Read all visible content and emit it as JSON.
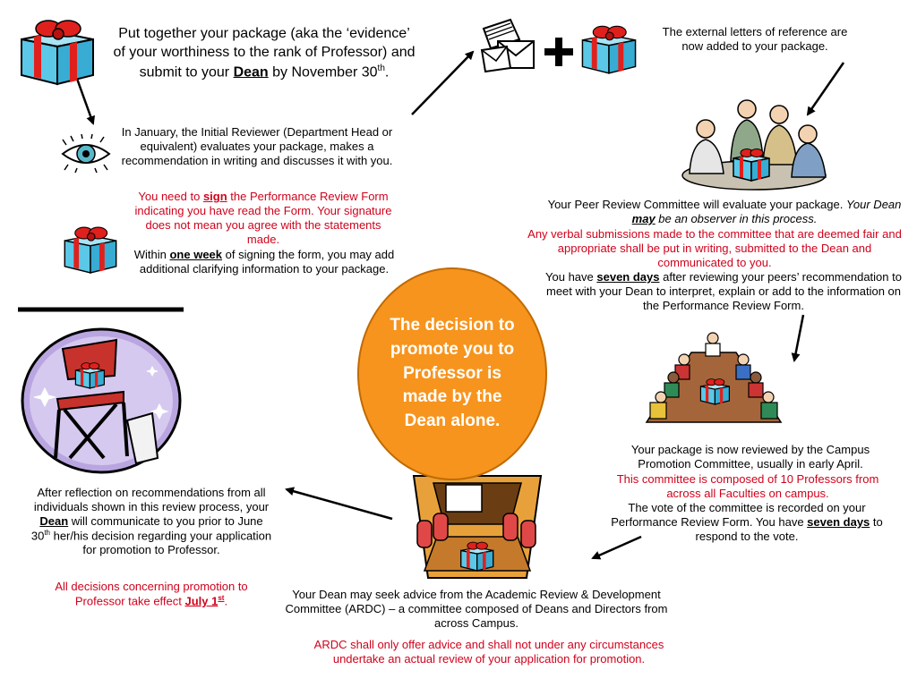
{
  "step1": {
    "p1": "Put together your package (aka the ‘evidence’ of your worthiness to the rank of Professor) and submit to your ",
    "dean": "Dean",
    "p2": " by November 30",
    "sup": "th",
    "p3": "."
  },
  "step2": {
    "text": "In January, the Initial Reviewer (Department Head or equivalent) evaluates your package, makes a recommendation in writing and discusses it with you.",
    "note_p1": "You need to ",
    "note_sign": "sign",
    "note_p2": " the Performance Review Form indicating you have read the Form. Your signature does not mean you agree with the statements made.",
    "week_p1": "Within ",
    "week_u": "one week",
    "week_p2": " of signing the form, you may add additional clarifying information to your package."
  },
  "step3": {
    "text": "The external letters of reference are now added to your package."
  },
  "step4": {
    "p1": "Your Peer Review Committee will evaluate your package. ",
    "i1": "Your Dean ",
    "i_may": "may",
    "i2": " be an observer in this process.",
    "red": "Any verbal submissions made to the committee that are deemed fair and appropriate shall be put in writing, submitted to the Dean and communicated to you.",
    "days_p1": "You have ",
    "days_u": "seven days",
    "days_p2": " after reviewing your peers’ recommendation to meet with your Dean to interpret, explain or add to the information on the Performance Review Form."
  },
  "step5": {
    "text": "Your package is now reviewed by the Campus Promotion Committee, usually in early April.",
    "red": "This committee is composed of 10 Professors from across all Faculties on campus.",
    "vote_p1": "The vote of the committee is recorded on your Performance Review Form. You have ",
    "vote_u": "seven days",
    "vote_p2": " to respond to the vote."
  },
  "step6": {
    "text": "Your Dean may seek advice from the Academic Review & Development Committee (ARDC) – a committee composed of Deans and Directors from across Campus.",
    "red": "ARDC shall only offer advice and shall not under any circumstances undertake an actual review of your application for promotion."
  },
  "step7": {
    "p1": "After reflection on recommendations from all individuals shown in this review process, your ",
    "dean": "Dean",
    "p2": " will communicate to you prior to June 30",
    "sup": "th",
    "p3": " her/his decision regarding your application for promotion to Professor.",
    "red_p1": "All decisions concerning promotion to Professor take effect ",
    "red_u": "July 1",
    "red_sup": "st",
    "red_p2": "."
  },
  "center": {
    "text": "The decision to promote you to Professor is made by the Dean alone."
  },
  "colors": {
    "orange": "#f7941d",
    "red_text": "#d0021b",
    "gift_blue": "#5bc8e8",
    "ribbon_red": "#e0201c"
  }
}
